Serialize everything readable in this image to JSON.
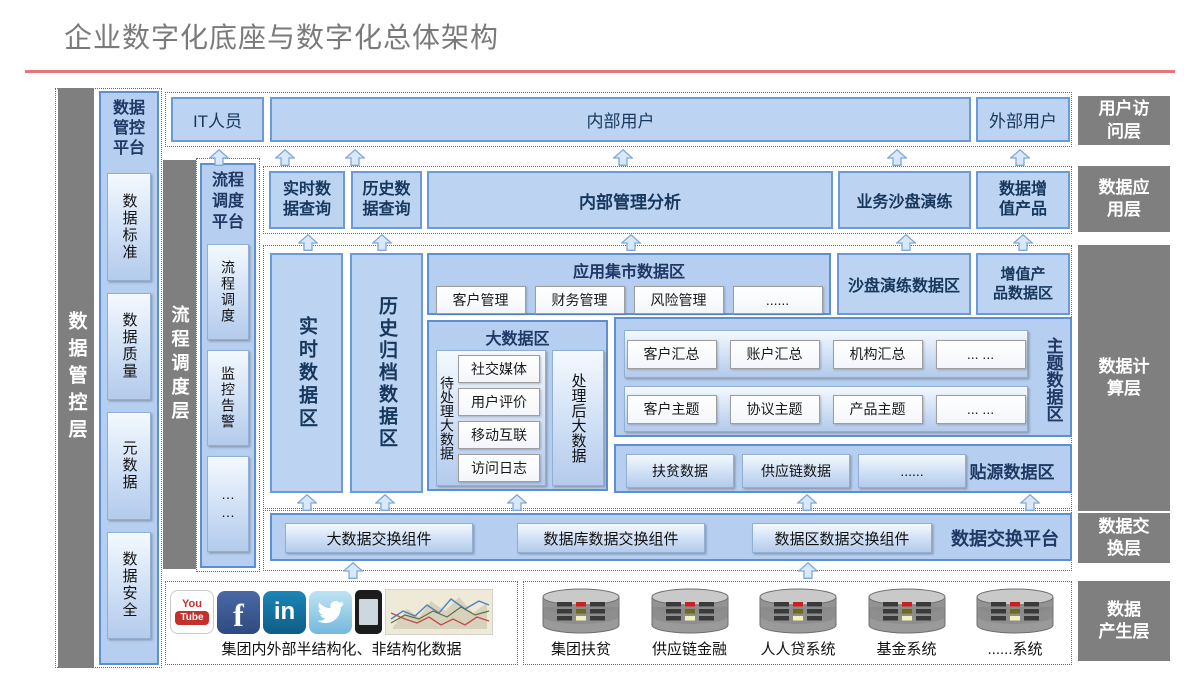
{
  "page": {
    "title": "企业数字化底座与数字化总体架构"
  },
  "colors": {
    "accent_red_line": "#E4767C",
    "layer_gray": "#7F7F7F",
    "box_fill": "#BCD4F2",
    "box_border": "#6B9AD6",
    "navy_text": "#17375D"
  },
  "layers": {
    "left_governance": "数据管控层",
    "left_scheduling": "流程调度层",
    "right": [
      {
        "label": "用户访\n问层"
      },
      {
        "label": "数据应\n用层"
      },
      {
        "label": "数据计\n算层"
      },
      {
        "label": "数据交\n换层"
      },
      {
        "label": "数据\n产生层"
      }
    ]
  },
  "governance_platform": {
    "title": "数据管控平台",
    "items": [
      "数据标准",
      "数据质量",
      "元数据",
      "数据安全"
    ]
  },
  "scheduling_platform": {
    "title": "流程调度平台",
    "items": [
      "流程调度",
      "监控告警",
      "……"
    ]
  },
  "user_access": {
    "it_user": "IT人员",
    "internal_user": "内部用户",
    "external_user": "外部用户"
  },
  "application_layer": {
    "boxes": [
      "实时数\n据查询",
      "历史数\n据查询",
      "内部管理分析",
      "业务沙盘演练",
      "数据增\n值产品"
    ]
  },
  "compute_layer": {
    "realtime_zone": "实时数据区",
    "archive_zone": "历史归档数据区",
    "app_mart": {
      "title": "应用集市数据区",
      "items": [
        "客户管理",
        "财务管理",
        "风险管理",
        "......"
      ]
    },
    "sandbox_zone": "沙盘演练数据区",
    "value_zone": "增值产\n品数据区",
    "bigdata": {
      "title": "大数据区",
      "pending": "待处理大数据",
      "pending_items": [
        "社交媒体",
        "用户评价",
        "移动互联",
        "访问日志"
      ],
      "processed": "处理后大数据"
    },
    "theme_zone": {
      "label": "主题数据区",
      "rows": [
        [
          "客户汇总",
          "账户汇总",
          "机构汇总",
          "... ..."
        ],
        [
          "客户主题",
          "协议主题",
          "产品主题",
          "... ..."
        ]
      ]
    },
    "source_zone": {
      "label": "贴源数据区",
      "items": [
        "扶贫数据",
        "供应链数据",
        "......"
      ]
    }
  },
  "exchange_layer": {
    "components": [
      "大数据交换组件",
      "数据库数据交换组件",
      "数据区数据交换组件"
    ],
    "platform_label": "数据交换平台"
  },
  "production_layer": {
    "unstructured_label": "集团内外部半结构化、非结构化数据",
    "social_icons": [
      "youtube-icon",
      "facebook-icon",
      "linkedin-icon",
      "twitter-icon",
      "phone-icon",
      "stock-chart-icon"
    ],
    "youtube_text_top": "You",
    "youtube_text_bottom": "Tube",
    "facebook_glyph": "f",
    "linkedin_glyph": "in",
    "databases": [
      "集团扶贫",
      "供应链金融",
      "人人贷系统",
      "基金系统",
      "......系统"
    ]
  }
}
